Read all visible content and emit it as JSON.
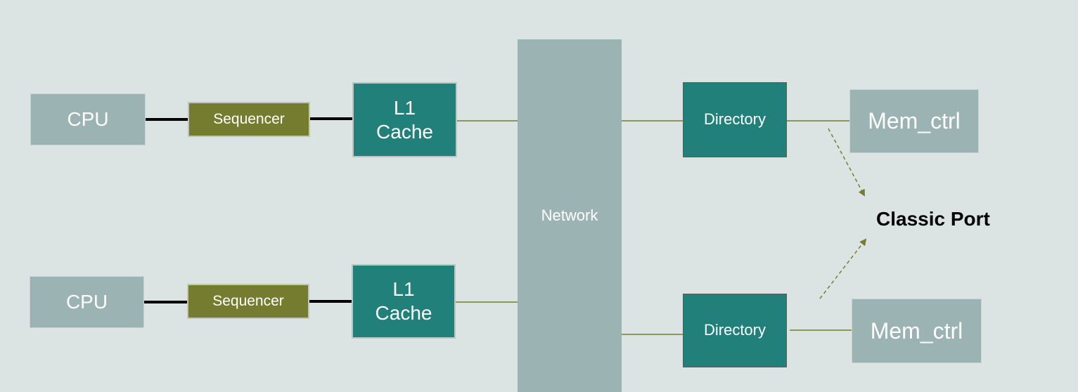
{
  "diagram": {
    "cpu_top": "CPU",
    "cpu_bottom": "CPU",
    "sequencer_top": "Sequencer",
    "sequencer_bottom": "Sequencer",
    "l1_top": "L1\nCache",
    "l1_bottom": "L1\nCache",
    "network": "Network",
    "directory_top": "Directory",
    "directory_bottom": "Directory",
    "mem_ctrl_top": "Mem_ctrl",
    "mem_ctrl_bottom": "Mem_ctrl",
    "classic_port": "Classic Port"
  },
  "colors": {
    "background": "#dbe4e2",
    "gray_box": "#9cb3b4",
    "sequencer": "#767c2f",
    "cache_directory": "#22807a",
    "thin_line": "#767c2f",
    "thick_line": "#000000"
  }
}
